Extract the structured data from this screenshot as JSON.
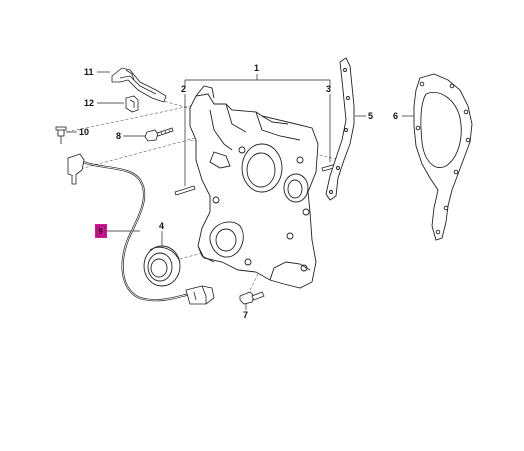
{
  "diagram": {
    "callouts": [
      {
        "id": "1",
        "label": "1"
      },
      {
        "id": "2",
        "label": "2"
      },
      {
        "id": "3",
        "label": "3"
      },
      {
        "id": "4",
        "label": "4"
      },
      {
        "id": "5",
        "label": "5"
      },
      {
        "id": "6",
        "label": "6"
      },
      {
        "id": "7",
        "label": "7"
      },
      {
        "id": "8",
        "label": "8"
      },
      {
        "id": "10",
        "label": "10"
      },
      {
        "id": "11",
        "label": "11"
      },
      {
        "id": "12",
        "label": "12"
      },
      {
        "id": "9",
        "label": "9"
      }
    ],
    "highlight_color": "#e0119c"
  }
}
